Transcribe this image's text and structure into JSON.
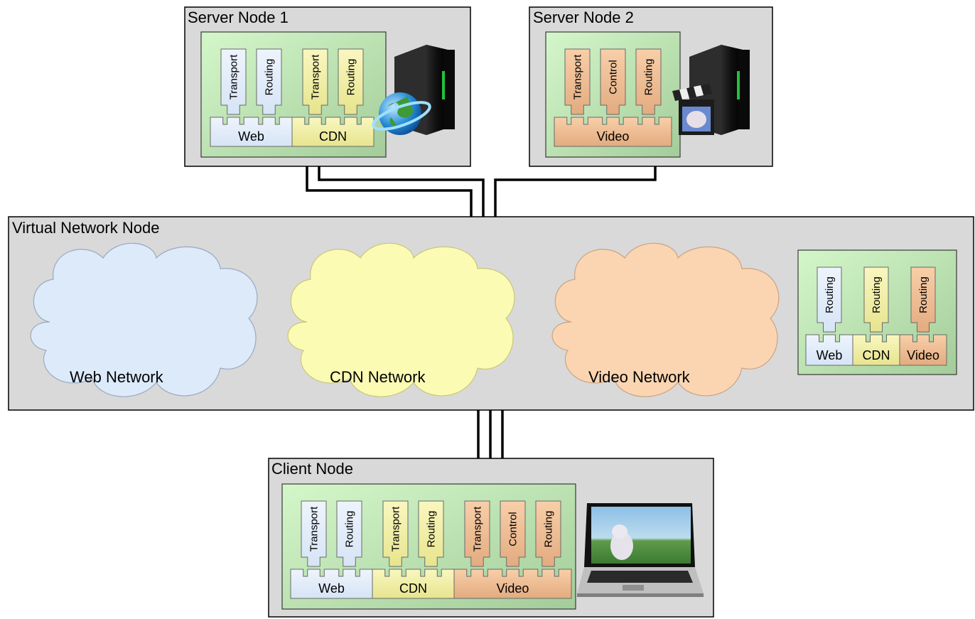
{
  "nodes": {
    "server1": {
      "title": "Server Node 1",
      "services": [
        {
          "name": "Web",
          "color": "web",
          "modules": [
            "Transport",
            "Routing"
          ]
        },
        {
          "name": "CDN",
          "color": "cdn",
          "modules": [
            "Transport",
            "Routing"
          ]
        }
      ],
      "icon": "server-globe-icon"
    },
    "server2": {
      "title": "Server Node 2",
      "services": [
        {
          "name": "Video",
          "color": "video",
          "modules": [
            "Transport",
            "Control",
            "Routing"
          ]
        }
      ],
      "icon": "server-video-icon"
    },
    "vnn": {
      "title": "Virtual Network Node",
      "networks": [
        {
          "label": "Web Network",
          "color": "web"
        },
        {
          "label": "CDN Network",
          "color": "cdn"
        },
        {
          "label": "Video Network",
          "color": "video"
        }
      ],
      "services": [
        {
          "name": "Web",
          "color": "web",
          "modules": [
            "Routing"
          ]
        },
        {
          "name": "CDN",
          "color": "cdn",
          "modules": [
            "Routing"
          ]
        },
        {
          "name": "Video",
          "color": "video",
          "modules": [
            "Routing"
          ]
        }
      ]
    },
    "client": {
      "title": "Client Node",
      "services": [
        {
          "name": "Web",
          "color": "web",
          "modules": [
            "Transport",
            "Routing"
          ]
        },
        {
          "name": "CDN",
          "color": "cdn",
          "modules": [
            "Transport",
            "Routing"
          ]
        },
        {
          "name": "Video",
          "color": "video",
          "modules": [
            "Transport",
            "Control",
            "Routing"
          ]
        }
      ],
      "icon": "laptop-icon"
    }
  },
  "colors": {
    "web": "#dde9f8",
    "web_cloud": "#dceafa",
    "cdn": "#f3f1a4",
    "cdn_cloud": "#fcfbb4",
    "video": "#f2bf95",
    "video_cloud": "#fbd5b1",
    "node_bg": "#d9d9d9",
    "stack_bg_light": "#d4f5c9",
    "stack_bg_dark": "#a6cd9c"
  }
}
